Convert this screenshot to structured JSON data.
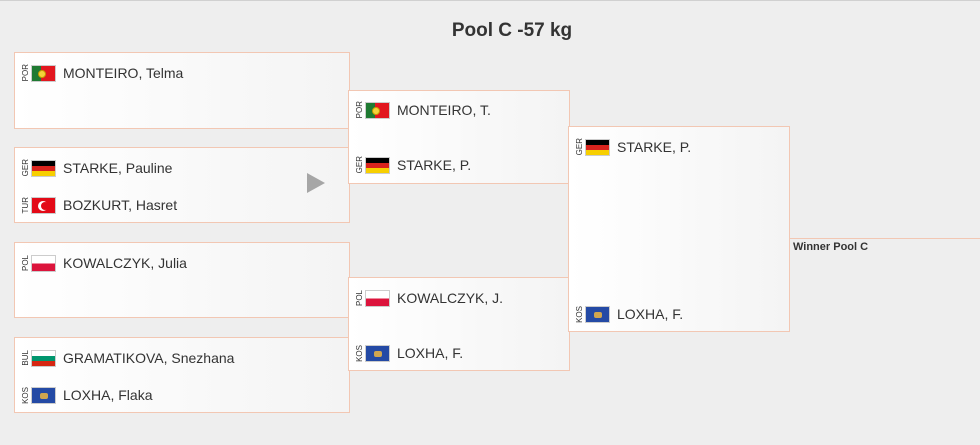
{
  "title": "Pool C -57 kg",
  "round1": [
    {
      "top": {
        "code": "POR",
        "name": "MONTEIRO, Telma",
        "flag": "flag-por"
      },
      "bottom": null
    },
    {
      "top": {
        "code": "GER",
        "name": "STARKE, Pauline",
        "flag": "flag-ger"
      },
      "bottom": {
        "code": "TUR",
        "name": "BOZKURT, Hasret",
        "flag": "flag-tur"
      }
    },
    {
      "top": {
        "code": "POL",
        "name": "KOWALCZYK, Julia",
        "flag": "flag-pol"
      },
      "bottom": null
    },
    {
      "top": {
        "code": "BUL",
        "name": "GRAMATIKOVA, Snezhana",
        "flag": "flag-bul"
      },
      "bottom": {
        "code": "KOS",
        "name": "LOXHA, Flaka",
        "flag": "flag-kos"
      }
    }
  ],
  "round2": [
    {
      "top": {
        "code": "POR",
        "name": "MONTEIRO, T.",
        "flag": "flag-por"
      },
      "bottom": {
        "code": "GER",
        "name": "STARKE, P.",
        "flag": "flag-ger"
      }
    },
    {
      "top": {
        "code": "POL",
        "name": "KOWALCZYK, J.",
        "flag": "flag-pol"
      },
      "bottom": {
        "code": "KOS",
        "name": "LOXHA, F.",
        "flag": "flag-kos"
      }
    }
  ],
  "round3": [
    {
      "top": {
        "code": "GER",
        "name": "STARKE, P.",
        "flag": "flag-ger"
      },
      "bottom": {
        "code": "KOS",
        "name": "LOXHA, F.",
        "flag": "flag-kos"
      }
    }
  ],
  "winner_label": "Winner Pool C",
  "colors": {
    "background": "#eeeeee",
    "box_border": "#f2c7b3",
    "play_icon": "#a6a6a6"
  }
}
